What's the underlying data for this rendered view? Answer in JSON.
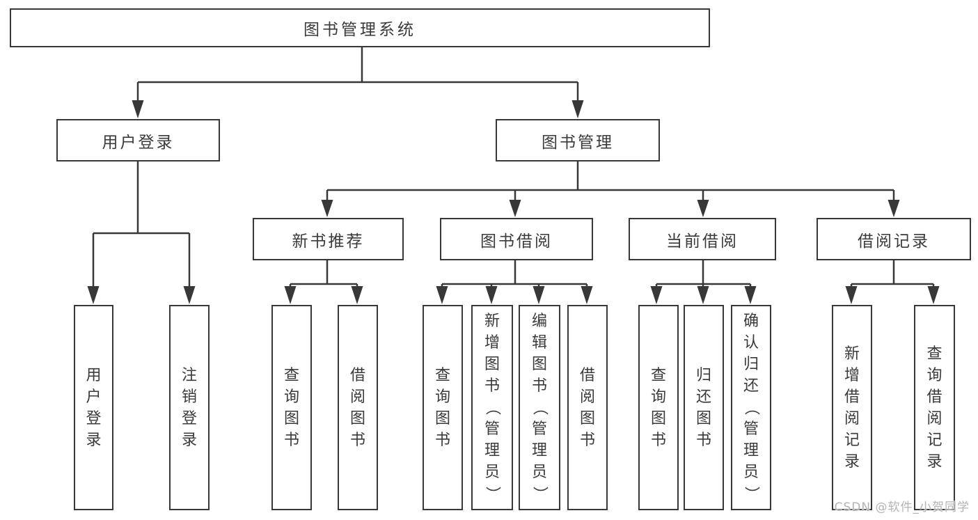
{
  "tree": {
    "root": "图书管理系统",
    "branches": [
      {
        "label": "用户登录",
        "leaves": [
          "用户登录",
          "注销登录"
        ]
      },
      {
        "label": "图书管理",
        "groups": [
          {
            "label": "新书推荐",
            "leaves": [
              "查询图书",
              "借阅图书"
            ]
          },
          {
            "label": "图书借阅",
            "leaves": [
              "查询图书",
              "新增图书（管理员）",
              "编辑图书（管理员）",
              "借阅图书"
            ]
          },
          {
            "label": "当前借阅",
            "leaves": [
              "查询图书",
              "归还图书",
              "确认归还（管理员）"
            ]
          },
          {
            "label": "借阅记录",
            "leaves": [
              "新增借阅记录",
              "查询借阅记录"
            ]
          }
        ]
      }
    ]
  },
  "watermark": "CSDN @软件_小贺同学",
  "colors": {
    "line": "#383838",
    "text": "#3a3a3a",
    "watermark": "#b3b3b3",
    "background": "#ffffff"
  }
}
